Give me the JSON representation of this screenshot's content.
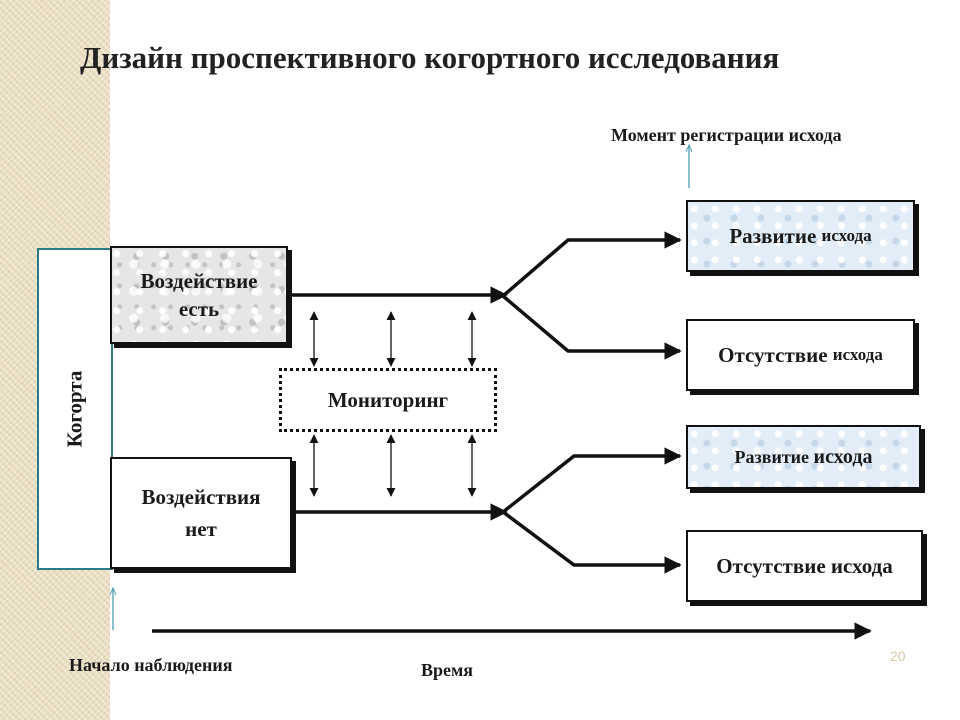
{
  "title": "Дизайн проспективного когортного исследования",
  "outcome_moment_label": "Момент регистрации исхода",
  "cohort_label": "Когорта",
  "exposure_yes": {
    "line1": "Воздействие",
    "line2": "есть"
  },
  "exposure_no": {
    "line1": "Воздействия",
    "line2": "нет"
  },
  "monitoring_label": "Мониторинг",
  "outcomes": [
    {
      "main": "Развитие",
      "rest": "исхода"
    },
    {
      "main": "Отсутствие",
      "rest": "исхода"
    },
    {
      "main": "Развитие",
      "rest": "исхода"
    },
    {
      "main": "Отсутствие",
      "rest": "исхода"
    }
  ],
  "start_label": "Начало наблюдения",
  "time_label": "Время",
  "page_number": "20",
  "colors": {
    "accent_teal": "#2b7a86",
    "sidebar_tan": "#eadfc2",
    "outcome_blue": "#e3edf7"
  }
}
